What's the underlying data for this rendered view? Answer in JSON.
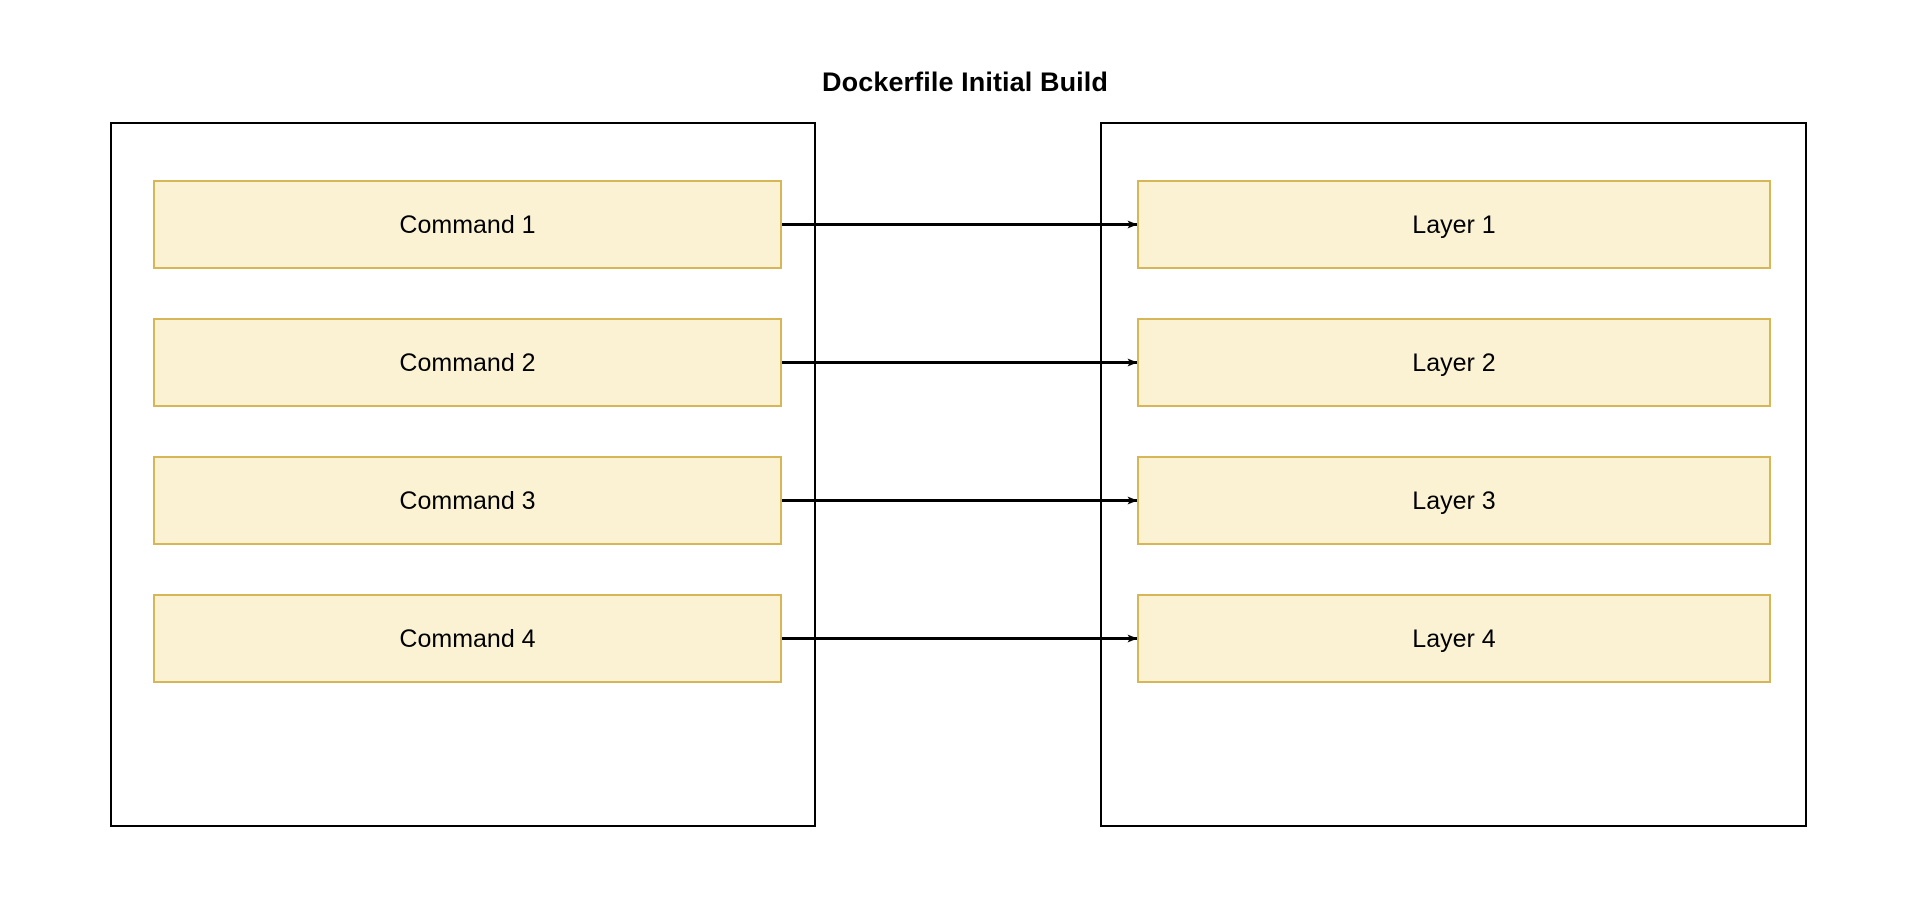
{
  "diagram": {
    "title": "Dockerfile Initial Build",
    "type": "flow",
    "background_color": "#ffffff",
    "node_fill_color": "#faf2d3",
    "node_border_color": "#d6b656",
    "container_border_color": "#000000",
    "arrow_color": "#000000",
    "text_color": "#000000",
    "containers": [
      {
        "name": "commands-container",
        "label": ""
      },
      {
        "name": "layers-container",
        "label": ""
      }
    ],
    "commands": [
      {
        "label": "Command 1"
      },
      {
        "label": "Command 2"
      },
      {
        "label": "Command 3"
      },
      {
        "label": "Command 4"
      }
    ],
    "layers": [
      {
        "label": "Layer 1"
      },
      {
        "label": "Layer 2"
      },
      {
        "label": "Layer 3"
      },
      {
        "label": "Layer 4"
      }
    ],
    "edges": [
      {
        "from": "Command 1",
        "to": "Layer 1",
        "arrow": "single"
      },
      {
        "from": "Command 2",
        "to": "Layer 2",
        "arrow": "single"
      },
      {
        "from": "Command 3",
        "to": "Layer 3",
        "arrow": "single"
      },
      {
        "from": "Command 4",
        "to": "Layer 4",
        "arrow": "single"
      }
    ]
  }
}
